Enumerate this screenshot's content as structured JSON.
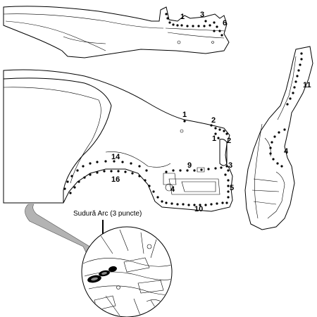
{
  "callout": {
    "arc_weld_caption": "Sudură Arc (3 puncte)"
  },
  "labels": {
    "top_1": "1",
    "top_3": "3",
    "top_6": "6",
    "body_1a": "1",
    "body_2a": "2",
    "body_1b": "1",
    "body_2b": "2",
    "body_3": "3",
    "body_4": "4",
    "body_5": "5",
    "body_9": "9",
    "body_10": "10",
    "body_14": "14",
    "body_16": "16",
    "right_11": "11",
    "right_4": "4"
  }
}
